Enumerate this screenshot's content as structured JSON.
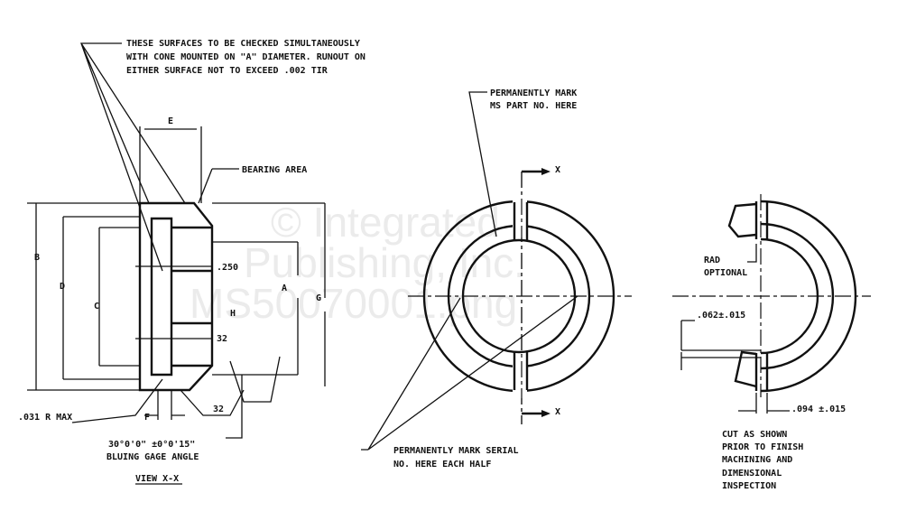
{
  "watermark": {
    "line1": "© Integrated",
    "line2": "Publishing, Inc.",
    "line3": "MS50070001.png"
  },
  "notes": {
    "check_line1": "THESE SURFACES TO BE CHECKED SIMULTANEOUSLY",
    "check_line2": "WITH CONE MOUNTED ON \"A\" DIAMETER. RUNOUT ON",
    "check_line3": "EITHER SURFACE NOT TO EXCEED .002  TIR",
    "bearing_area": "BEARING AREA",
    "radius_max": ".031 R MAX",
    "gage_angle_line1": "30°0'0\" ±0°0'15\"",
    "gage_angle_line2": "BLUING GAGE ANGLE",
    "view_label": "VIEW X-X",
    "mark_part_line1": "PERMANENTLY MARK",
    "mark_part_line2": "MS PART NO. HERE",
    "mark_serial_line1": "PERMANENTLY MARK SERIAL",
    "mark_serial_line2": "NO. HERE EACH HALF",
    "rad_line1": "RAD",
    "rad_line2": "OPTIONAL",
    "cut_line1": "CUT AS SHOWN",
    "cut_line2": "PRIOR TO FINISH",
    "cut_line3": "MACHINING AND",
    "cut_line4": "DIMENSIONAL",
    "cut_line5": "INSPECTION"
  },
  "dimensions": {
    "A": "A",
    "B": "B",
    "C": "C",
    "D": "D",
    "E": "E",
    "F": "F",
    "G": "G",
    "H": "H",
    "d250": ".250",
    "finish1": "32",
    "finish2": "32",
    "gap_height": ".062±.015",
    "gap_width": ".094 ±.015",
    "section_x_top": "X",
    "section_x_bottom": "X"
  }
}
